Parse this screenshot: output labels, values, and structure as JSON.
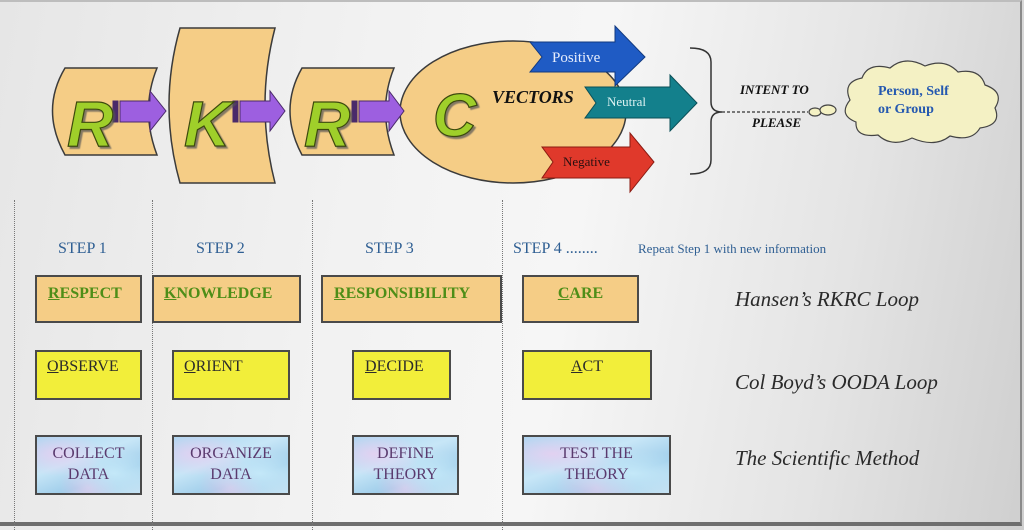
{
  "diagram": {
    "letters": [
      "R",
      "K",
      "R",
      "C"
    ],
    "vectors_label": "VECTORS",
    "vector_arrows": [
      {
        "label": "Positive",
        "color": "#1f5bc4"
      },
      {
        "label": "Neutral",
        "color": "#13808c"
      },
      {
        "label": "Negative",
        "color": "#e0392b"
      }
    ],
    "intent_line1": "INTENT TO",
    "intent_line2": "PLEASE",
    "cloud_line1": "Person, Self",
    "cloud_line2": "or Group",
    "colors": {
      "shape_fill": "#f5cd86",
      "letter_fill": "#9fcf2a",
      "connector_arrow": "#9d5fe0",
      "cloud_fill": "#f4f1c4",
      "cloud_text": "#2559b0"
    }
  },
  "steps": {
    "labels": [
      "STEP 1",
      "STEP 2",
      "STEP 3",
      "STEP 4 ........"
    ],
    "note": "Repeat Step 1 with new information"
  },
  "rows": [
    {
      "title": "Hansen’s RKRC Loop",
      "items": [
        {
          "first": "R",
          "rest": "ESPECT"
        },
        {
          "first": "K",
          "rest": "NOWLEDGE"
        },
        {
          "first": "R",
          "rest": "ESPONSIBILITY"
        },
        {
          "first": "C",
          "rest": "ARE"
        }
      ]
    },
    {
      "title": "Col Boyd’s OODA Loop",
      "items": [
        {
          "first": "O",
          "rest": "BSERVE"
        },
        {
          "first": "O",
          "rest": "RIENT"
        },
        {
          "first": "D",
          "rest": "ECIDE"
        },
        {
          "first": "A",
          "rest": "CT"
        }
      ]
    },
    {
      "title": "The Scientific Method",
      "items": [
        {
          "line1": "COLLECT",
          "line2": "DATA"
        },
        {
          "line1": "ORGANIZE",
          "line2": "DATA"
        },
        {
          "line1": "DEFINE",
          "line2": "THEORY"
        },
        {
          "line1": "TEST THE",
          "line2": "THEORY"
        }
      ]
    }
  ]
}
